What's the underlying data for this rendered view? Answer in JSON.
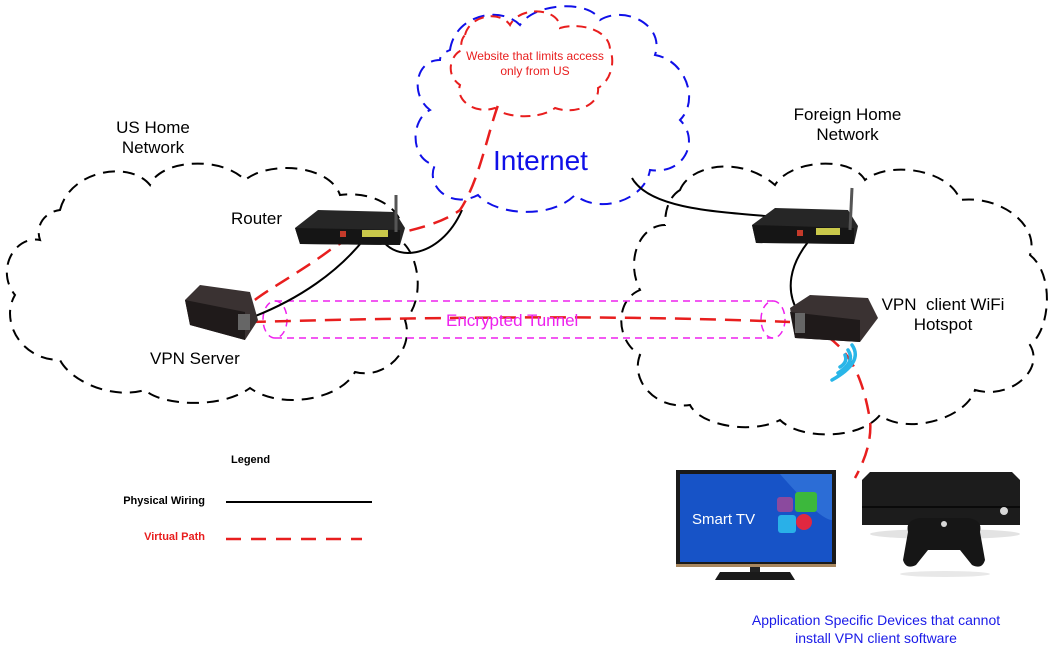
{
  "labels": {
    "us_network": "US Home\nNetwork",
    "us_network_line1": "US Home",
    "us_network_line2": "Network",
    "router": "Router",
    "vpn_server": "VPN Server",
    "internet": "Internet",
    "website_line1": "Website that limits access",
    "website_line2": "only from US",
    "foreign_network_line1": "Foreign Home",
    "foreign_network_line2": "Network",
    "vpn_client_line1": "VPN  client WiFi",
    "vpn_client_line2": "Hotspot",
    "encrypted_tunnel": "Encrypted Tunnel",
    "devices_caption_line1": "Application Specific Devices that cannot",
    "devices_caption_line2": "install VPN client software",
    "smart_tv_screen": "Smart TV"
  },
  "legend": {
    "title": "Legend",
    "items": [
      {
        "label": "Physical Wiring",
        "style": "solid",
        "color": "#000000"
      },
      {
        "label": "Virtual Path",
        "style": "dashed",
        "color": "#e81e1e"
      }
    ]
  },
  "colors": {
    "physical": "#000000",
    "virtual": "#e81e1e",
    "internet": "#1010e8",
    "tunnel": "#ee22ee",
    "wifi": "#29b6e8",
    "caption": "#1a1ae8"
  }
}
